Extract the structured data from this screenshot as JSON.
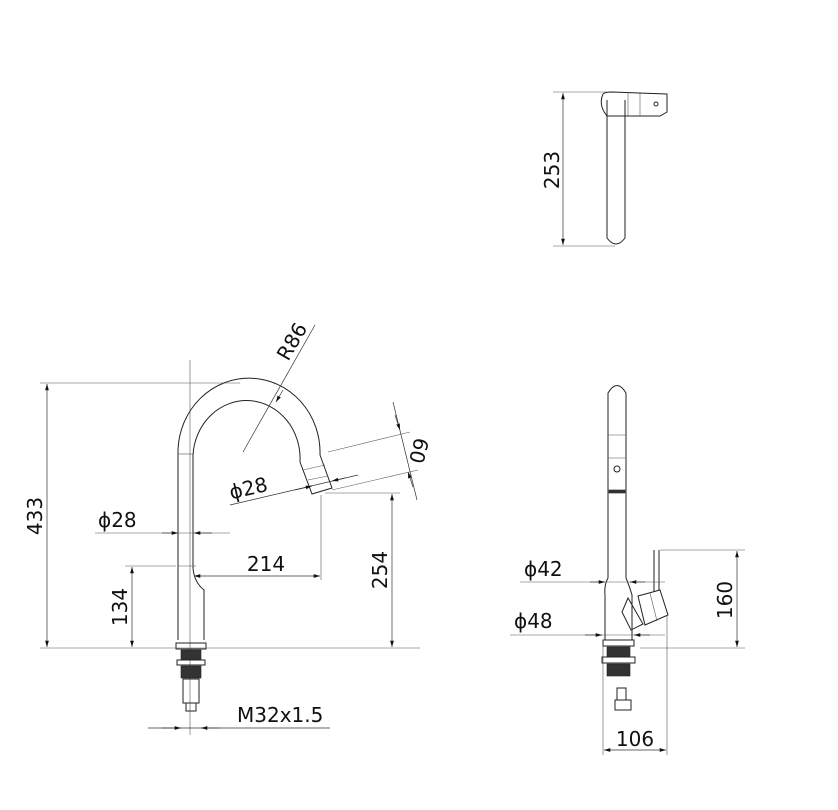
{
  "diagram": {
    "top_view": {
      "height_label": "253"
    },
    "front_view": {
      "total_height": "433",
      "arc_radius": "R86",
      "outlet_diameter": "ϕ28",
      "pipe_diameter": "ϕ28",
      "reach": "214",
      "outlet_height": "254",
      "base_height": "134",
      "spray_head_length": "60",
      "thread": "M32x1.5"
    },
    "side_view": {
      "upper_diameter": "ϕ42",
      "base_diameter": "ϕ48",
      "handle_height": "160",
      "depth": "106"
    }
  }
}
